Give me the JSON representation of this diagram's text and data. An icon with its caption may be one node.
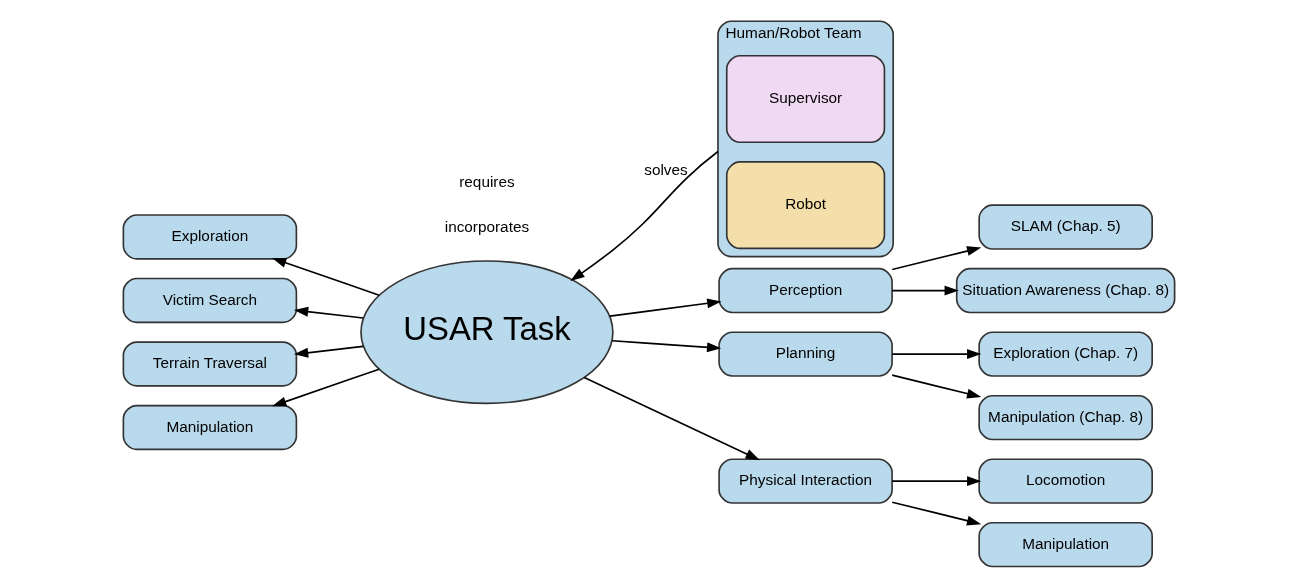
{
  "diagram": {
    "nodes": [
      {
        "text": [
          "Exploration"
        ]
      },
      {
        "text": [
          "Victim Search"
        ]
      },
      {
        "text": [
          "Terrain Traversal"
        ]
      },
      {
        "text": [
          "Manipulation"
        ]
      },
      {
        "text": [
          "USAR Task"
        ]
      },
      {
        "text": [
          "Human/Robot Team"
        ]
      },
      {
        "text": [
          "Supervisor"
        ],
        "in": 5
      },
      {
        "text": [
          "Robot"
        ],
        "in": 5
      },
      {
        "text": [
          "Perception"
        ]
      },
      {
        "text": [
          "Planning"
        ]
      },
      {
        "text": [
          "Physical Interaction"
        ]
      },
      {
        "text": [
          "SLAM (Chap. 5)"
        ]
      },
      {
        "text": [
          "Situation Awareness (Chap. 8)"
        ]
      },
      {
        "text": [
          "Exploration (Chap. 7)"
        ]
      },
      {
        "text": [
          "Manipulation (Chap. 8)"
        ]
      },
      {
        "text": [
          "Locomotion"
        ]
      },
      {
        "text": [
          "Manipulation"
        ]
      }
    ],
    "edges": [
      {
        "from": 4,
        "to": 0,
        "arrow": "to"
      },
      {
        "from": 4,
        "to": 1,
        "arrow": "to"
      },
      {
        "from": 4,
        "to": 2,
        "arrow": "to"
      },
      {
        "from": 4,
        "to": 3,
        "arrow": "to"
      },
      {
        "from": 4,
        "to": 8,
        "arrow": "to"
      },
      {
        "from": 4,
        "to": 9,
        "arrow": "to"
      },
      {
        "from": 4,
        "to": 10,
        "arrow": "to"
      },
      {
        "from": 5,
        "to": 4,
        "arrow": "to",
        "label": "solves"
      },
      {
        "from": 8,
        "to": 11,
        "arrow": "to"
      },
      {
        "from": 8,
        "to": 12,
        "arrow": "to"
      },
      {
        "from": 9,
        "to": 13,
        "arrow": "to"
      },
      {
        "from": 9,
        "to": 14,
        "arrow": "to"
      },
      {
        "from": 10,
        "to": 15,
        "arrow": "to"
      },
      {
        "from": 10,
        "to": 16,
        "arrow": "to"
      }
    ],
    "labels": [
      "incorporates",
      "requires"
    ]
  }
}
